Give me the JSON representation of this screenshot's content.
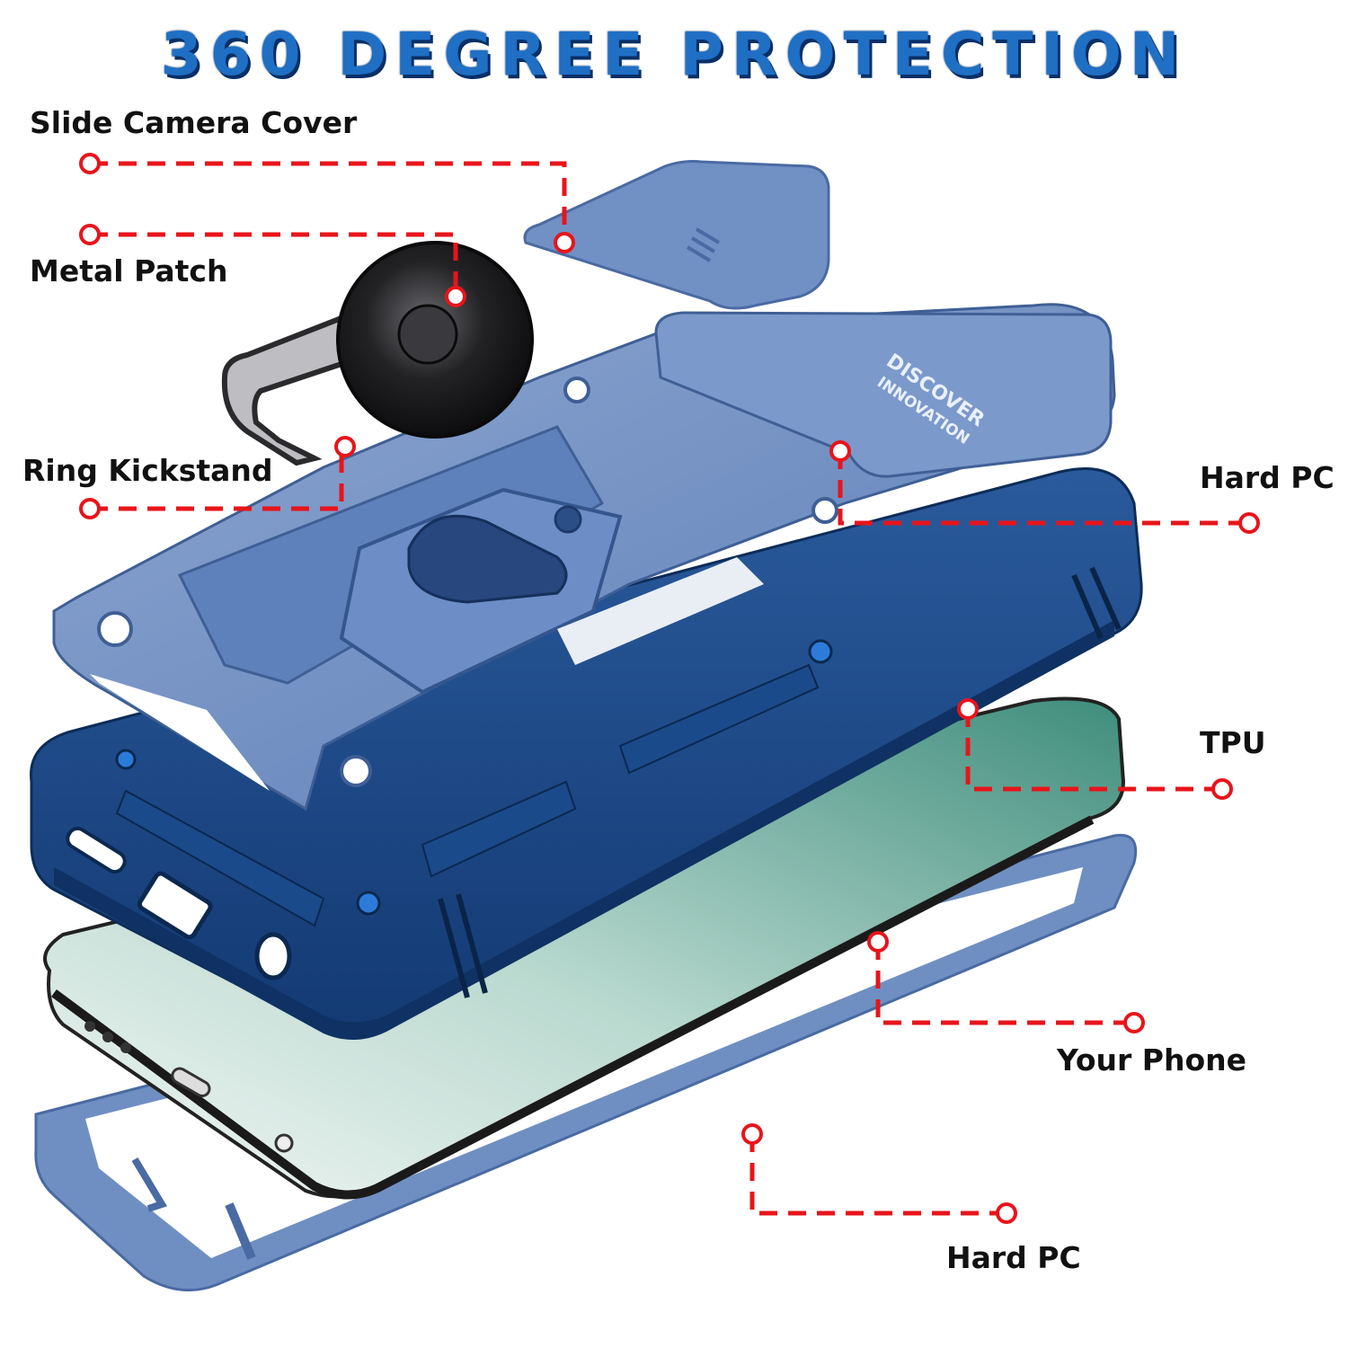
{
  "headline": "360 DEGREE PROTECTION",
  "case_text": {
    "line1": "DISCOVER",
    "line2": "INNOVATION"
  },
  "callouts": {
    "slide_camera_cover": "Slide Camera Cover",
    "metal_patch": "Metal Patch",
    "ring_kickstand": "Ring Kickstand",
    "hard_pc_top": "Hard PC",
    "tpu": "TPU",
    "your_phone": "Your Phone",
    "hard_pc_bottom": "Hard PC"
  },
  "colors": {
    "leader_line": "#e8141b",
    "headline_blue": "#1f6fc4",
    "case_light_blue": "#6f8fc2",
    "case_dark_blue": "#1f4886",
    "phone_glass": "#5fa89a",
    "ring_black": "#1d1d1f"
  }
}
